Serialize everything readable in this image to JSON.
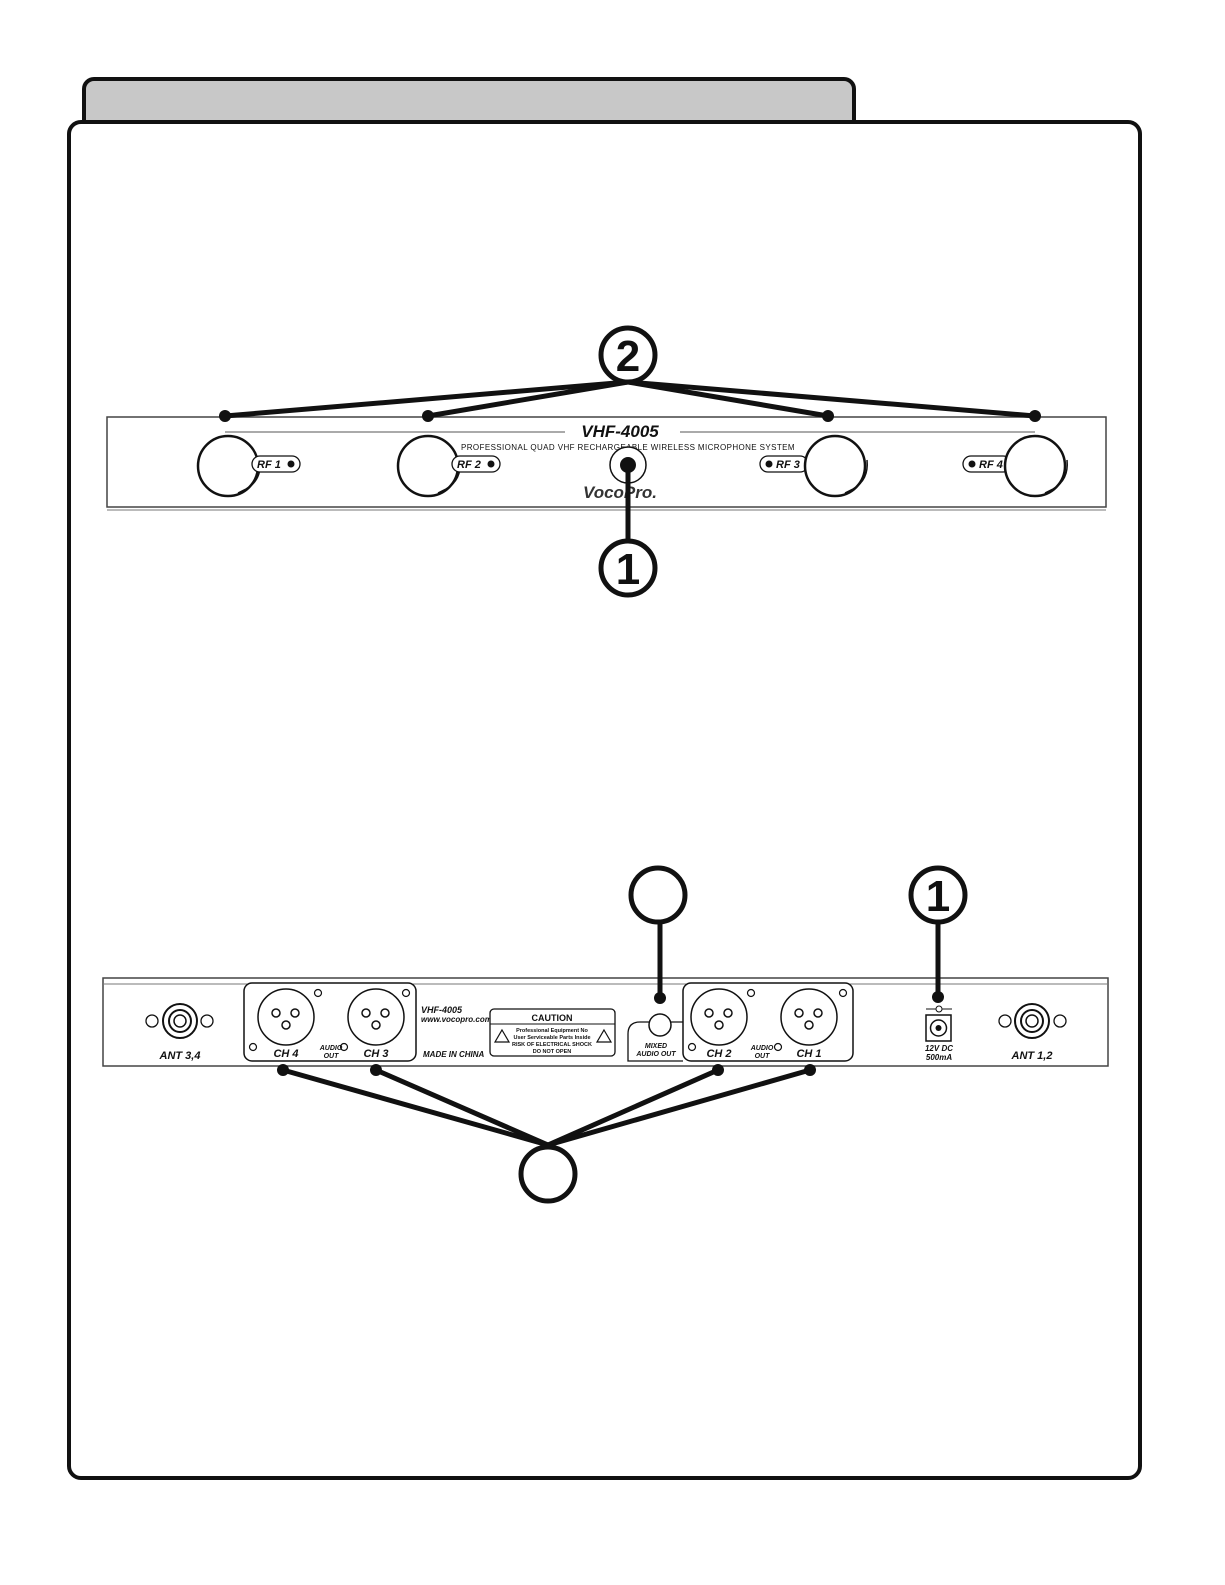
{
  "front_panel": {
    "model": "VHF-4005",
    "subtitle": "PROFESSIONAL QUAD VHF RECHARGEABLE WIRELESS MICROPHONE SYSTEM",
    "brand": "VocoPro.",
    "rf_labels": [
      "RF 1",
      "RF 2",
      "RF 3",
      "RF 4"
    ],
    "callouts": [
      "1",
      "2"
    ]
  },
  "rear_panel": {
    "antenna_left": "ANT 3,4",
    "antenna_right": "ANT 1,2",
    "channel_labels": [
      "CH 4",
      "CH 3",
      "CH 2",
      "CH 1"
    ],
    "audio_out": [
      "AUDIO",
      "OUT"
    ],
    "model": "VHF-4005",
    "website": "www.vocopro.com",
    "made_in": "MADE IN CHINA",
    "caution": {
      "title": "CAUTION",
      "line1": "Professional Equipment No",
      "line2": "User Serviceable Parts Inside",
      "line3": "RISK OF ELECTRICAL SHOCK",
      "line4": "DO NOT OPEN"
    },
    "mixed_out": [
      "MIXED",
      "AUDIO OUT"
    ],
    "power": [
      "12V DC",
      "500mA"
    ],
    "callouts": [
      "1",
      "",
      ""
    ]
  }
}
